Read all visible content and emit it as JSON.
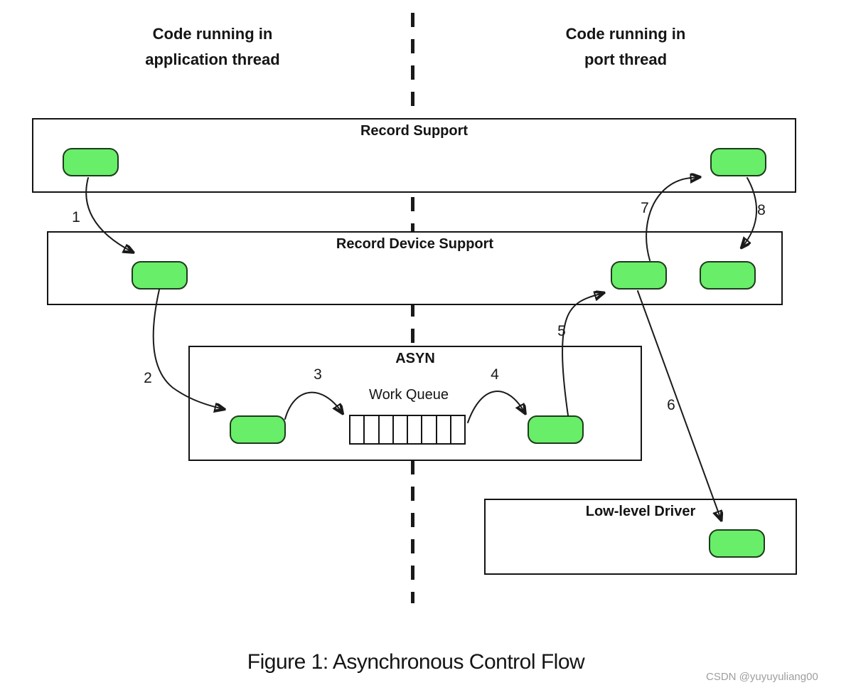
{
  "headers": {
    "left": {
      "line1": "Code running in",
      "line2": "application thread"
    },
    "right": {
      "line1": "Code running in",
      "line2": "port thread"
    }
  },
  "boxes": {
    "record_support": {
      "label": "Record Support"
    },
    "record_device_support": {
      "label": "Record Device Support"
    },
    "asyn": {
      "label": "ASYN"
    },
    "low_level_driver": {
      "label": "Low-level Driver"
    }
  },
  "work_queue": {
    "label": "Work Queue",
    "cell_count": 8
  },
  "arrows": [
    {
      "label": "1"
    },
    {
      "label": "2"
    },
    {
      "label": "3"
    },
    {
      "label": "4"
    },
    {
      "label": "5"
    },
    {
      "label": "6"
    },
    {
      "label": "7"
    },
    {
      "label": "8"
    }
  ],
  "caption": "Figure 1: Asynchronous Control Flow",
  "watermark": "CSDN @yuyuyuliang00",
  "colors": {
    "pill_fill": "#68ee68",
    "pill_border": "#1e3a1e",
    "line": "#1a1a1a",
    "watermark": "#9e9e9e"
  }
}
